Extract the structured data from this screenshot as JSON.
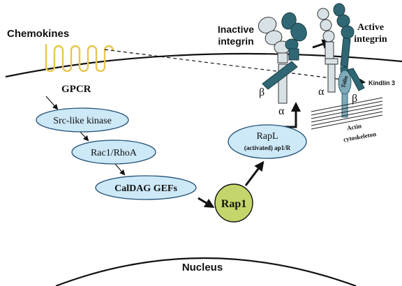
{
  "labels": {
    "chemokines": "Chemokines",
    "gpcr": "GPCR",
    "inactive_integrin_line1": "Inactive",
    "inactive_integrin_line2": "integrin",
    "active_integrin_line1": "Active",
    "active_integrin_line2": "integrin",
    "kindlin": "Kindlin 3",
    "talin": "Talin",
    "beta_inactive": "β",
    "alpha_inactive": "α",
    "alpha_active": "α",
    "beta_active": "β",
    "actin_line1": "Actin",
    "actin_line2": "cytoskeleton",
    "nucleus": "Nucleus"
  },
  "nodes": {
    "src": "Src-like kinase",
    "rac": "Rac1/RhoA",
    "caldag": "CalDAG GEFs",
    "rap1": "Rap1",
    "rapl_line1": "RapL",
    "rapl_line2": "(activated) ap1/R"
  },
  "colors": {
    "node_fill": "#cde8f7",
    "rap1_fill": "#c4d66b",
    "integrin_dark": "#2f6874",
    "integrin_light": "#d8e2e6",
    "talin_fill": "#7ea9b9",
    "receptor": "#e8c64e"
  }
}
